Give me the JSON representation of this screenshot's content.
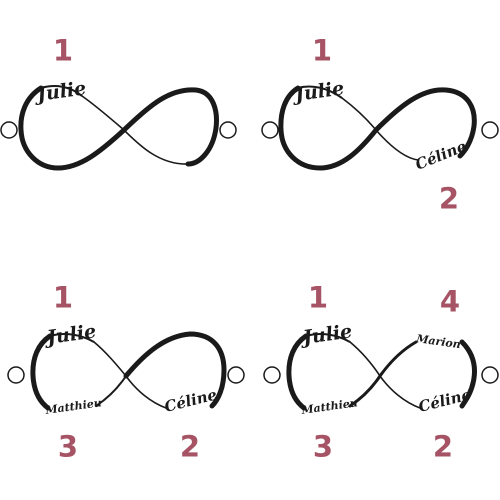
{
  "colors": {
    "number": "#a65465",
    "ink": "#1a1a1a",
    "ring_fill": "#ffffff"
  },
  "icons": {
    "bracelet": "infinity-bracelet-icon",
    "clasp": "ring-clasp-icon"
  },
  "panels": [
    {
      "id": "one-name",
      "numbers": [
        "1"
      ],
      "names": [
        "Julie"
      ]
    },
    {
      "id": "two-names",
      "numbers": [
        "1",
        "2"
      ],
      "names": [
        "Julie",
        "Céline"
      ]
    },
    {
      "id": "three-names",
      "numbers": [
        "1",
        "3",
        "2"
      ],
      "names": [
        "Julie",
        "Matthieu",
        "Céline"
      ]
    },
    {
      "id": "four-names",
      "numbers": [
        "1",
        "4",
        "3",
        "2"
      ],
      "names": [
        "Julie",
        "Marion",
        "Matthieu",
        "Céline"
      ]
    }
  ]
}
